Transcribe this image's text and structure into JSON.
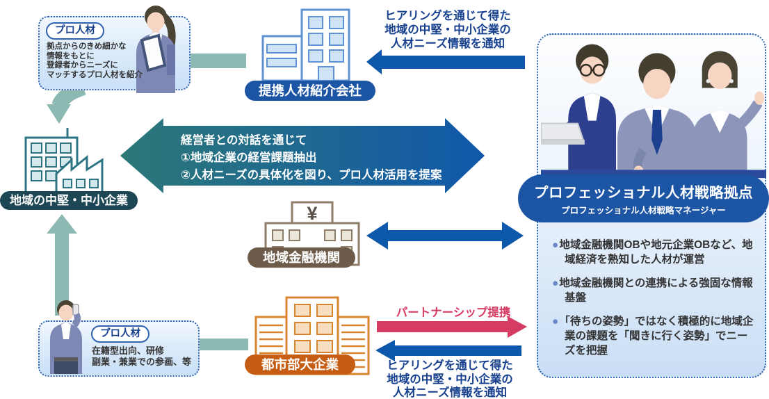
{
  "colors": {
    "teal_connector": "#8db9b3",
    "teal_dark": "#2c7877",
    "blue_arrow": "#0e58ab",
    "navy_text": "#17418f",
    "red_arrow": "#d63b63",
    "hub_pill": "#1d55a5",
    "agency_pill": "#1d55a5",
    "region_pill": "#1d4754",
    "bank_pill": "#6d5a49",
    "urban_pill": "#c65d15",
    "bullet_dot": "#6a8ac9"
  },
  "pro_talent_top": {
    "tag": "プロ人材",
    "lines": [
      "拠点からのきめ細かな",
      "情報をもとに",
      "登録者からニーズに",
      "マッチするプロ人材を紹介"
    ]
  },
  "pro_talent_bottom": {
    "tag": "プロ人材",
    "lines": [
      "在籍型出向、研修",
      "副業・兼業での参画、等"
    ]
  },
  "nodes": {
    "agency": "提携人材紹介会社",
    "regional_companies": "地域の中堅・中小企業",
    "regional_bank": "地域金融機関",
    "urban_companies": "都市部大企業"
  },
  "hub": {
    "title": "プロフェッショナル人材戦略拠点",
    "subtitle": "プロフェッショナル人材戦略マネージャー",
    "points": [
      "地域金融機関OBや地元企業OBなど、地域経済を熟知した人材が運営",
      "地域金融機関との連携による強固な情報基盤",
      "「待ちの姿勢」ではなく積極的に地域企業の課題を「聞きに行く姿勢」でニーズを把握"
    ]
  },
  "arrows": {
    "hearing_top": [
      "ヒアリングを通じて得た",
      "地域の中堅・中小企業の",
      "人材ニーズ情報を通知"
    ],
    "dialogue": [
      "経営者との対話を通じて",
      "①地域企業の経営課題抽出",
      "②人材ニーズの具体化を図り、プロ人材活用を提案"
    ],
    "partnership": "パートナーシップ提携",
    "hearing_bottom": [
      "ヒアリングを通じて得た",
      "地域の中堅・中小企業の",
      "人材ニーズ情報を通知"
    ]
  }
}
